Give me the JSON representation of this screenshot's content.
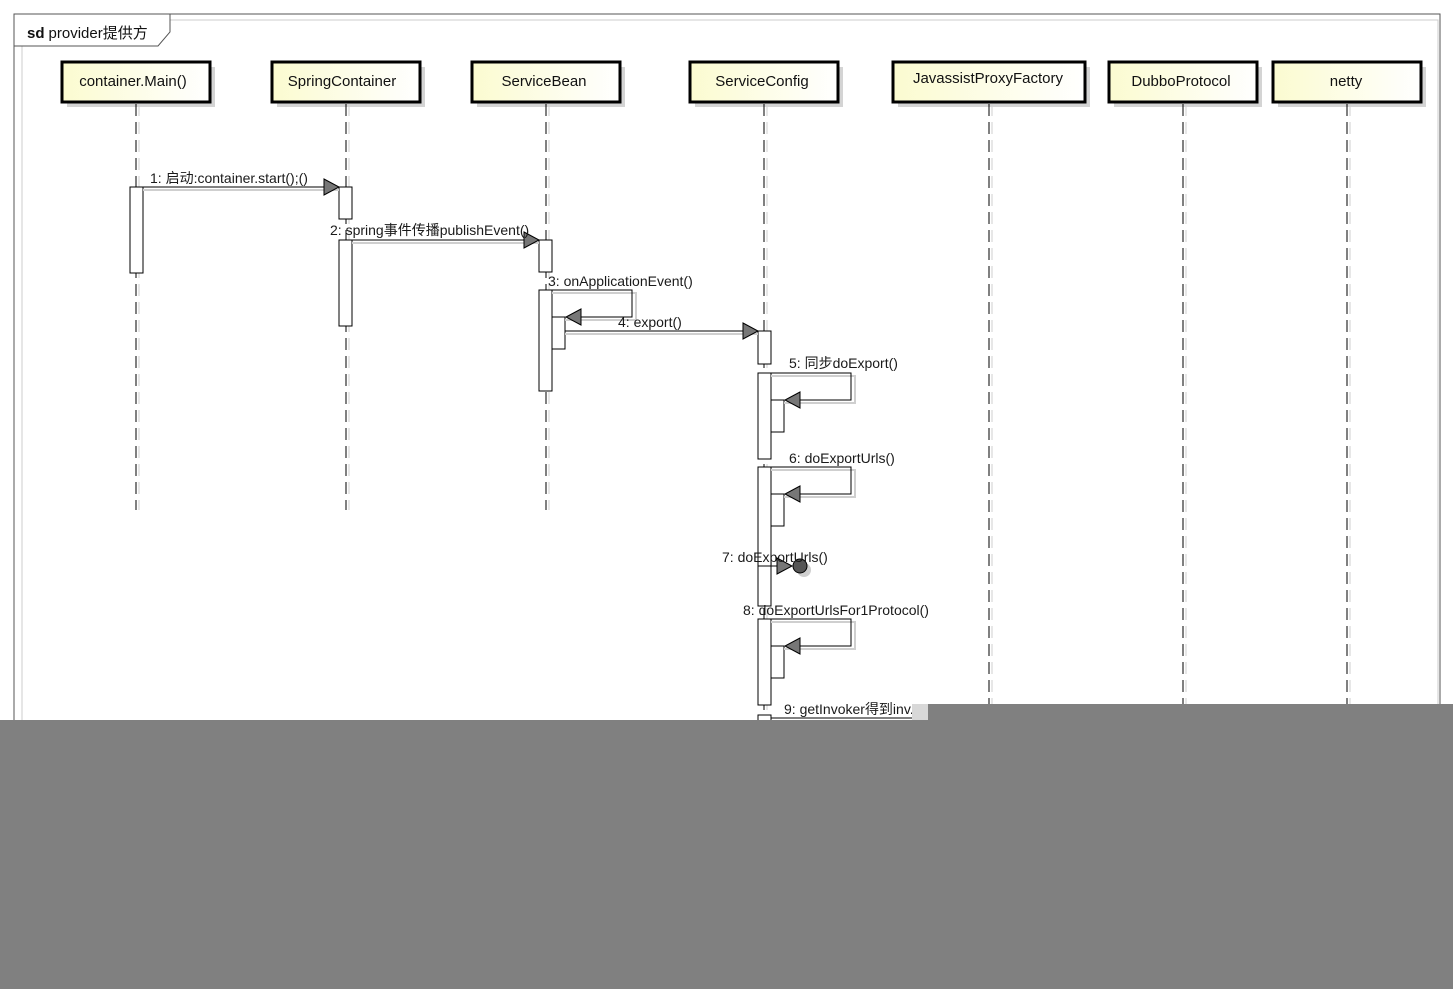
{
  "frame": {
    "keyword": "sd",
    "name": "provider提供方"
  },
  "lifelines": [
    {
      "id": "main",
      "label": "container.Main()"
    },
    {
      "id": "spring",
      "label": "SpringContainer"
    },
    {
      "id": "servicebean",
      "label": "ServiceBean"
    },
    {
      "id": "serviceconfig",
      "label": "ServiceConfig"
    },
    {
      "id": "javassist",
      "label": "JavassistProxyFactory"
    },
    {
      "id": "dubbo",
      "label": "DubboProtocol"
    },
    {
      "id": "netty",
      "label": "netty"
    }
  ],
  "messages": [
    {
      "id": "m1",
      "label": "1: 启动:container.start();()"
    },
    {
      "id": "m2",
      "label": "2: spring事件传播publishEvent()"
    },
    {
      "id": "m3",
      "label": "3: onApplicationEvent()"
    },
    {
      "id": "m4",
      "label": "4: export()"
    },
    {
      "id": "m5",
      "label": "5: 同步doExport()"
    },
    {
      "id": "m6",
      "label": "6: doExportUrls()"
    },
    {
      "id": "m7",
      "label": "7: doExportUrls()"
    },
    {
      "id": "m8",
      "label": "8: doExportUrlsFor1Protocol()"
    },
    {
      "id": "m9",
      "label": "9: getInvoker得到inv..."
    }
  ],
  "colors": {
    "lifeline_fill": "#fcfcd8",
    "lifeline_border": "#000000",
    "shadow": "#c8c8c8",
    "cutoff_overlay": "#808080"
  }
}
